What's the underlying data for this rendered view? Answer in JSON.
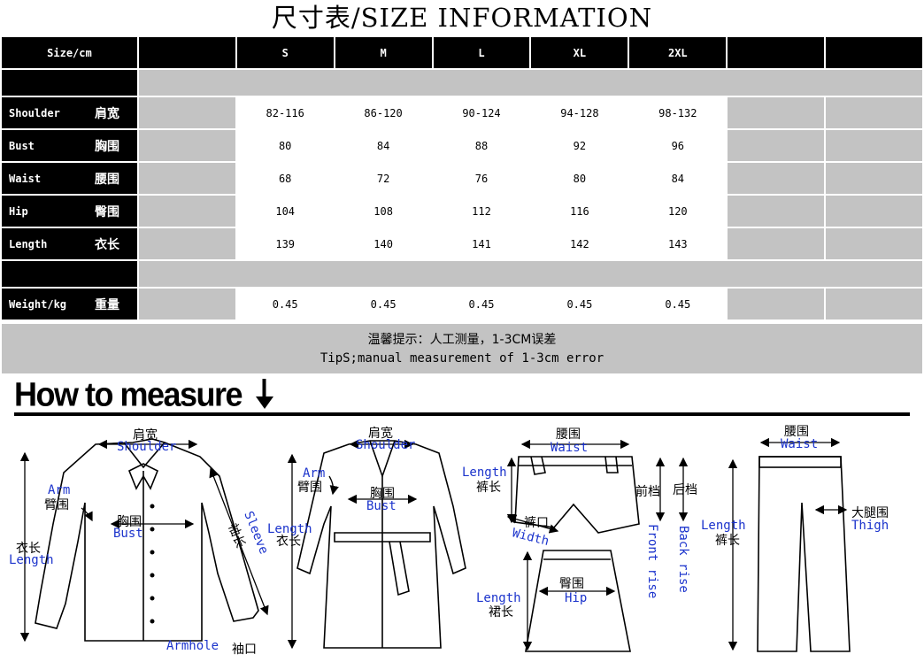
{
  "title": "尺寸表/SIZE INFORMATION",
  "table": {
    "header": {
      "label": "Size/cm",
      "sizes": [
        "S",
        "M",
        "L",
        "XL",
        "2XL"
      ]
    },
    "rows": [
      {
        "en": "Shoulder",
        "cn": "肩宽",
        "values": [
          "82-116",
          "86-120",
          "90-124",
          "94-128",
          "98-132"
        ]
      },
      {
        "en": "Bust",
        "cn": "胸围",
        "values": [
          "80",
          "84",
          "88",
          "92",
          "96"
        ]
      },
      {
        "en": "Waist",
        "cn": "腰围",
        "values": [
          "68",
          "72",
          "76",
          "80",
          "84"
        ]
      },
      {
        "en": "Hip",
        "cn": "臀围",
        "values": [
          "104",
          "108",
          "112",
          "116",
          "120"
        ]
      },
      {
        "en": "Length",
        "cn": "衣长",
        "values": [
          "139",
          "140",
          "141",
          "142",
          "143"
        ]
      }
    ],
    "weight": {
      "en": "Weight/kg",
      "cn": "重量",
      "values": [
        "0.45",
        "0.45",
        "0.45",
        "0.45",
        "0.45"
      ]
    }
  },
  "tips": {
    "cn": "温馨提示：人工测量，1-3CM误差",
    "en": "TipS;manual measurement of 1-3cm error"
  },
  "how_to_measure": "How to measure",
  "diagrams": {
    "shirt": {
      "shoulder_cn": "肩宽",
      "shoulder_en": "Shoulder",
      "arm_en": "Arm",
      "arm_cn": "臂围",
      "bust_cn": "胸围",
      "bust_en": "Bust",
      "length_cn": "衣长",
      "length_en": "Length",
      "sleeve_cn": "袖长",
      "sleeve_en": "Sleeve",
      "armhole_en": "Armhole",
      "cuff_cn": "袖口"
    },
    "coat": {
      "shoulder_cn": "肩宽",
      "shoulder_en": "Shoulder",
      "arm_en": "Arm",
      "arm_cn": "臂围",
      "bust_cn": "胸围",
      "bust_en": "Bust",
      "length_en": "Length",
      "length_cn": "衣长"
    },
    "shorts": {
      "waist_cn": "腰围",
      "waist_en": "Waist",
      "length_en": "Length",
      "length_cn": "裤长",
      "front_rise_cn": "前档",
      "back_rise_cn": "后档",
      "hem_cn": "裤口",
      "width_en": "Width",
      "front_rise_en": "Front rise",
      "back_rise_en": "Back rise"
    },
    "skirt": {
      "hip_cn": "臀围",
      "hip_en": "Hip",
      "length_en": "Length",
      "length_cn": "裙长"
    },
    "pants": {
      "waist_cn": "腰围",
      "waist_en": "Waist",
      "thigh_cn": "大腿围",
      "thigh_en": "Thigh",
      "length_en": "Length",
      "length_cn": "裤长"
    }
  },
  "colors": {
    "header_bg": "#000000",
    "gray_bg": "#c3c3c3",
    "label_blue": "#1b33cc"
  }
}
